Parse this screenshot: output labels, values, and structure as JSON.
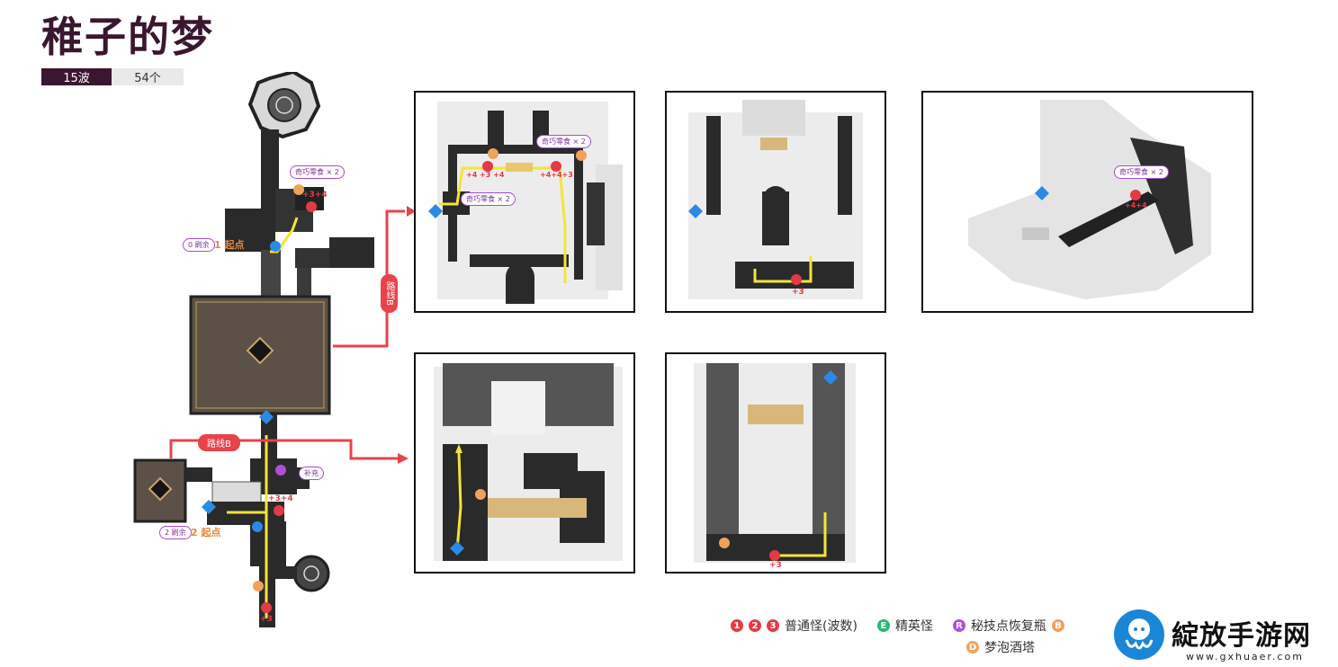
{
  "header": {
    "title": "稚子的梦",
    "waves": "15波",
    "count": "54个"
  },
  "map_labels": {
    "start_1": "1 起点",
    "start_1_left": "0 刷余",
    "start_2": "2 起点",
    "start_2_left": "2 刷余",
    "route_b_horizontal": "路线B",
    "route_b_vertical": "路线B",
    "sweet_label": "奇巧零食 × 2",
    "supply": "补充",
    "wave_top": "+3+4",
    "wave_low": "+3+4",
    "panel1_left": "+4 +3 +4",
    "panel1_right": "+4+4+3",
    "panel3_wave": "+4+4",
    "panel2_wave": "+3",
    "panel5_wave": "+3",
    "bottom_wave": "+3"
  },
  "legend": {
    "normal": "普通怪(波数)",
    "elite": "精英怪",
    "restore": "秘技点恢复瓶",
    "dream": "梦泡酒塔",
    "markers": {
      "one": "1",
      "two": "2",
      "three": "3",
      "elite": "E",
      "restore": "R",
      "bottle": "B",
      "dream": "D"
    }
  },
  "watermark": {
    "brand": "綻放手游网",
    "url": "www.gxhuaer.com"
  },
  "colors": {
    "accent": "#3b1630",
    "route": "#e8434b",
    "path": "#f5e33a",
    "enemy": "#e33b45",
    "diamond": "#2a8ae6",
    "purple": "#b04fd6",
    "orange": "#f0a25a"
  }
}
